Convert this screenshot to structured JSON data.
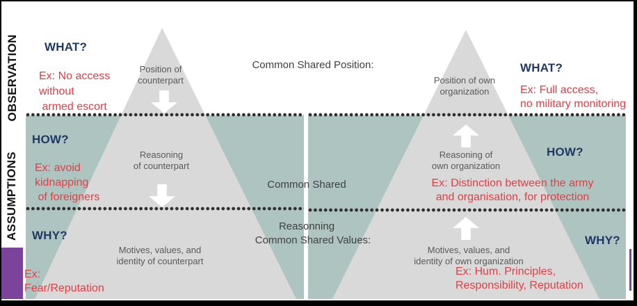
{
  "colors": {
    "panel_teal": "#aec4c0",
    "pyramid_gray": "#d9d9d9",
    "question_navy": "#1f3864",
    "example_red": "#e23e44",
    "pyramid_label_gray": "#595959",
    "center_label_gray": "#3f3f3f",
    "accent_purple": "#7b4399",
    "frame_black": "#000000"
  },
  "sides": {
    "observation": "OBSERVATION",
    "assumptions": "ASSUMPTIONS"
  },
  "center": {
    "position": "Common Shared Position:",
    "reasoning1": "Common Shared",
    "reasoning2": "Reasonning",
    "values": "Common Shared Values:"
  },
  "left": {
    "what_q": "WHAT?",
    "what_ex1": "Ex: No access",
    "what_ex2": "without",
    "what_ex3": " armed escort",
    "pos1": "Position of",
    "pos2": "counterpart",
    "how_q": "HOW?",
    "how_ex1": "Ex: avoid",
    "how_ex2": "kidnapping",
    "how_ex3": " of foreigners",
    "rea1": "Reasoning",
    "rea2": "of counterpart",
    "why_q": "WHY?",
    "why_ex1": "Ex:",
    "why_ex2": "Fear/Reputation",
    "mot1": "Motives, values, and",
    "mot2": "identity of counterpart"
  },
  "right": {
    "what_q": "WHAT?",
    "what_ex1": "Ex: Full access,",
    "what_ex2": "no military monitoring",
    "pos1": "Position of own",
    "pos2": "organization",
    "how_q": "HOW?",
    "how_ex1": "Ex: Distinction between the army",
    "how_ex2": "and organisation, for protection",
    "rea1": "Reasoning of",
    "rea2": "own organization",
    "why_q": "WHY?",
    "why_ex1": "Ex: Hum. Principles,",
    "why_ex2": "Responsibility, Reputation",
    "mot1": "Motives, values, and",
    "mot2": "identity of own organization"
  }
}
